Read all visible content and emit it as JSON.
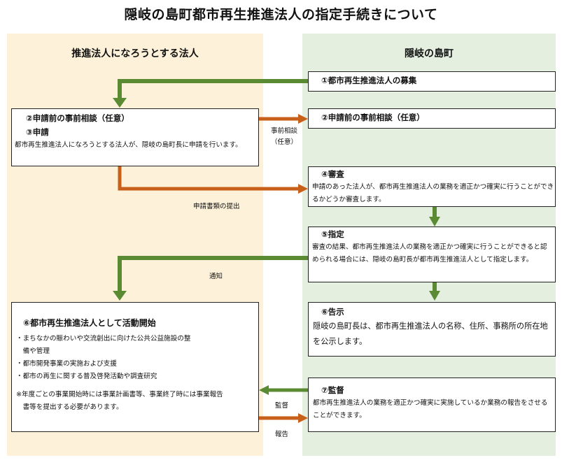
{
  "title": "隠岐の島町都市再生推進法人の指定手続きについて",
  "columns": {
    "left": "推進法人になろうとする法人",
    "right": "隠岐の島町"
  },
  "boxes": {
    "recruit": "①都市再生推進法人の募集",
    "consult_left_1": "②申請前の事前相談（任意）",
    "consult_left_2": "③申請",
    "consult_left_body": "都市再生推進法人になろうとする法人が、隠岐の島町長に申請を行います。",
    "consult_right": "②申請前の事前相談（任意）",
    "review_head": "④審査",
    "review_body": "申請のあった法人が、都市再生推進法人の業務を適正かつ確実に行うことができるかどうか審査します。",
    "designate_head": "⑤指定",
    "designate_body": "審査の結果、都市再生推進法人の業務を適正かつ確実に行うことができると認められる場合には、隠岐の島町長が都市再生推進法人として指定します。",
    "notice_head": "⑥告示",
    "notice_body": "隠岐の島町長は、都市再生推進法人の名称、住所、事務所の所在地を公示します。",
    "start_head": "⑥都市再生推進法人として活動開始",
    "start_items": [
      "・まちなかの賑わいや交流創出に向けた公共公益施設の整",
      "　備や管理",
      "・都市開発事業の実施および支援",
      "・都市の再生に関する普及啓発活動や調査研究"
    ],
    "start_note_1": "※年度ごとの事業開始時には事業計画書等、事業終了時には事業報告",
    "start_note_2": "　書等を提出する必要があります。",
    "supervise_head": "⑦監督",
    "supervise_body": "都市再生推進法人の業務を適正かつ確実に実施しているか業務の報告をさせることができます。"
  },
  "labels": {
    "pre_consult_1": "事前相談",
    "pre_consult_2": "（任意）",
    "submit_docs": "申請書類の提出",
    "notify": "通知",
    "supervise": "監督",
    "report": "報告"
  },
  "colors": {
    "left_bg": "#fdf2d9",
    "right_bg": "#e4efe0",
    "green_arrow": "#5a8a32",
    "orange_arrow": "#c8601a"
  }
}
